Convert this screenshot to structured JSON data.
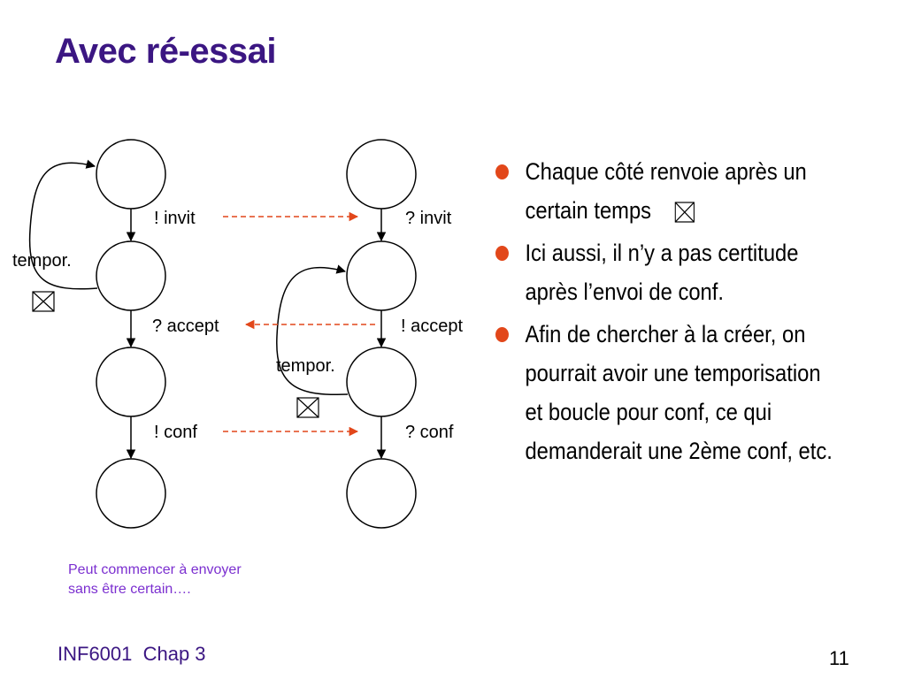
{
  "slide": {
    "title": "Avec ré-essai",
    "footer": "INF6001  Chap 3",
    "page_number": "11"
  },
  "diagram": {
    "left_labels": {
      "invit": "! invit",
      "accept": "? accept",
      "conf": "! conf",
      "timer": "tempor."
    },
    "right_labels": {
      "invit": "? invit",
      "accept": "! accept",
      "conf": "? conf",
      "timer": "tempor."
    },
    "colors": {
      "message_arrow": "#e2471a",
      "title": "#3b1682",
      "note": "#7b2fd0"
    },
    "note": "Peut commencer à envoyer sans être certain…."
  },
  "bullets": [
    {
      "text": "Chaque côté renvoie après un certain temps",
      "icon": "hourglass-icon"
    },
    {
      "text": "Ici aussi, il n’y a pas certitude après l’envoi de conf."
    },
    {
      "text": "Afin de chercher à la créer, on pourrait avoir une temporisation et boucle pour conf, ce qui demanderait une 2ème conf, etc."
    }
  ]
}
